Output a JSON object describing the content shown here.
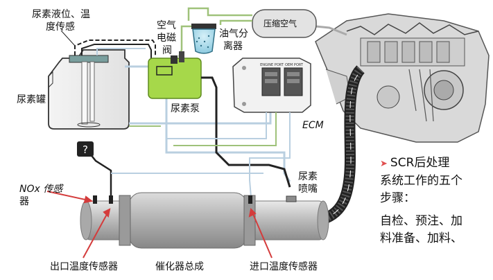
{
  "labels": {
    "urea_level_temp_sensor_l1": "尿素液位、温",
    "urea_level_temp_sensor_l2": "度传感",
    "urea_tank": "尿素罐",
    "air_solenoid_l1": "空气",
    "air_solenoid_l2": "电磁",
    "air_solenoid_l3": "阀",
    "oil_gas_separator_l1": "油气分",
    "oil_gas_separator_l2": "离器",
    "compressed_air": "压缩空气",
    "urea_pump": "尿素泵",
    "ecm": "ECM",
    "urea_nozzle_l1": "尿素",
    "urea_nozzle_l2": "喷嘴",
    "nox_sensor_l1": "NOx 传感",
    "nox_sensor_l2": "器",
    "outlet_temp_sensor": "出口温度传感器",
    "catalyst_assembly": "催化器总成",
    "inlet_temp_sensor": "进口温度传感器",
    "nox_box_symbol": "?",
    "ecm_port_left": "ENGINE PORT",
    "ecm_port_right": "OEM PORT"
  },
  "sidebar": {
    "line1": "SCR后处理",
    "line2": "系统工作的五个",
    "line3": "步骤：",
    "line4": "自检、预注、加",
    "line5": "料准备、加料、"
  },
  "colors": {
    "pump": "#a6d84a",
    "pipe_air": "#9fc27a",
    "pipe_urea": "#b9cfe0",
    "pipe_dark": "#222222",
    "arrow_red": "#d43c3c",
    "catalyst": "#c4c4c4",
    "sidebar_marker": "#e05050"
  },
  "icons": [
    "urea-tank-icon",
    "urea-pump-icon",
    "oil-gas-separator-icon",
    "compressed-air-tank-icon",
    "ecm-unit-icon",
    "engine-block-icon",
    "nox-sensor-box-icon",
    "catalyst-pipe-icon",
    "exhaust-hose-icon"
  ]
}
